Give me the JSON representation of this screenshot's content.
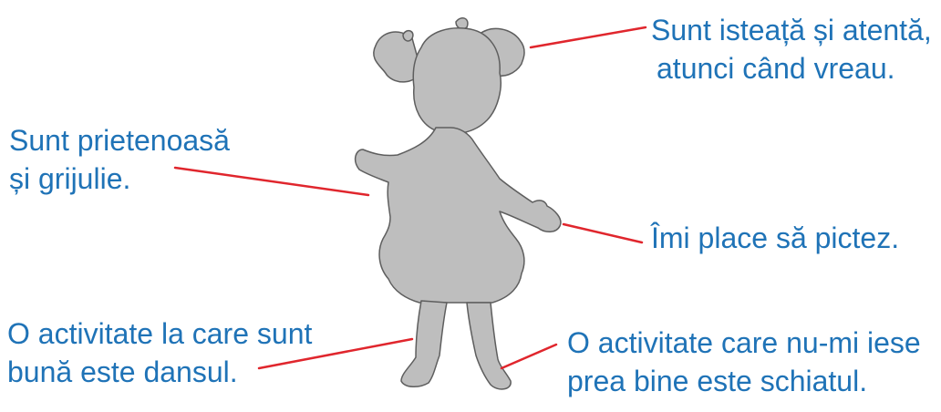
{
  "colors": {
    "text": "#1f73b7",
    "leader_line": "#e0262d",
    "silhouette_fill": "#bebebe",
    "silhouette_stroke": "#5e5e5e"
  },
  "figure": {
    "icon": "girl-silhouette"
  },
  "labels": {
    "top_right": {
      "line1": "Sunt isteață și atentă,",
      "line2": "atunci când vreau."
    },
    "middle_left": {
      "line1": "Sunt prietenoasă",
      "line2": "și grijulie."
    },
    "middle_right": {
      "line1": "Îmi place să pictez."
    },
    "bottom_left": {
      "line1": "O activitate la care sunt",
      "line2": "bună este dansul."
    },
    "bottom_right": {
      "line1": "O activitate care nu-mi iese",
      "line2": "prea bine este schiatul."
    }
  }
}
